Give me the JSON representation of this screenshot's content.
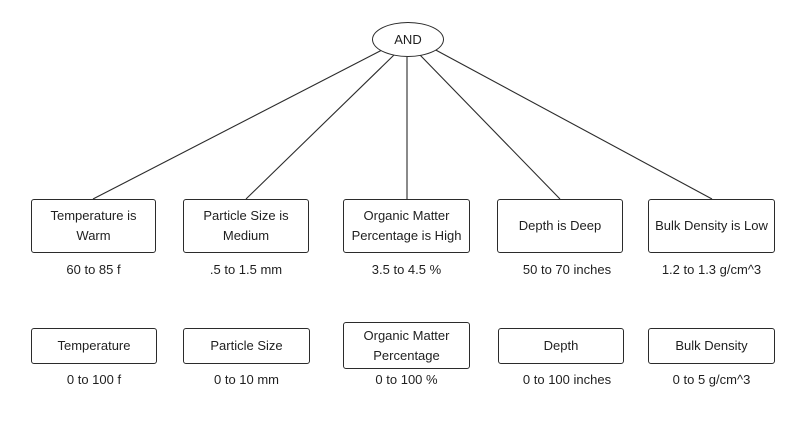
{
  "root": {
    "label": "AND"
  },
  "target_states": [
    {
      "label": "Temperature is Warm",
      "range": "60 to 85 f"
    },
    {
      "label": "Particle Size is Medium",
      "range": ".5 to 1.5 mm"
    },
    {
      "label": "Organic Matter Percentage is High",
      "range": "3.5 to 4.5 %"
    },
    {
      "label": "Depth is Deep",
      "range": "50 to 70 inches"
    },
    {
      "label": "Bulk Density is Low",
      "range": "1.2 to 1.3 g/cm^3"
    }
  ],
  "variables": [
    {
      "label": "Temperature",
      "range": "0 to 100 f"
    },
    {
      "label": "Particle Size",
      "range": "0 to 10 mm"
    },
    {
      "label": "Organic Matter Percentage",
      "range": "0 to 100 %"
    },
    {
      "label": "Depth",
      "range": "0 to 100 inches"
    },
    {
      "label": "Bulk Density",
      "range": "0 to 5 g/cm^3"
    }
  ]
}
